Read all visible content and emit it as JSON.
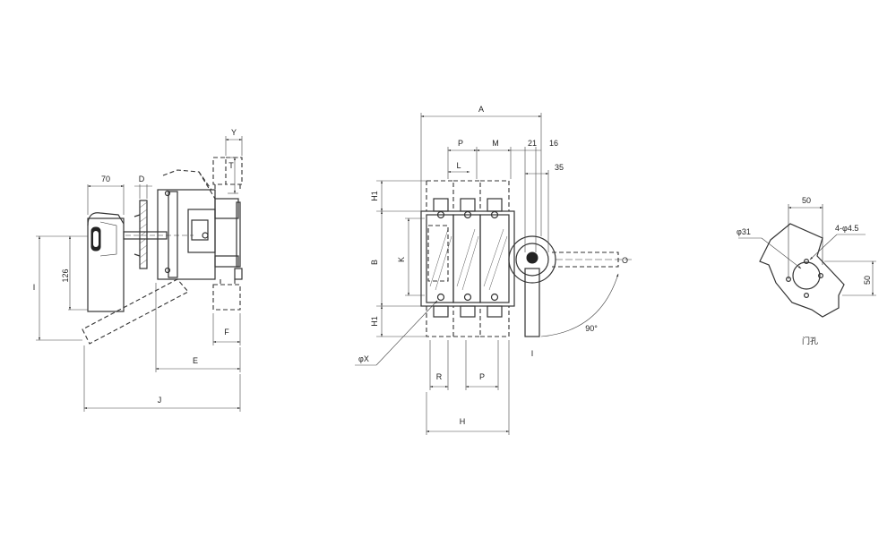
{
  "side_view": {
    "dims": {
      "w70": "70",
      "d": "D",
      "y": "Y",
      "t": "T",
      "h126": "126",
      "i": "I",
      "f": "F",
      "e": "E",
      "j": "J"
    }
  },
  "front_view": {
    "dims": {
      "a": "A",
      "p_top": "P",
      "m": "M",
      "d21": "21",
      "d16": "16",
      "l": "L",
      "d35": "35",
      "h1_top": "H1",
      "b": "B",
      "k": "K",
      "h1_bottom": "H1",
      "o": "O",
      "angle": "90°",
      "phi_x": "φX",
      "i": "I",
      "r": "R",
      "p_bottom": "P",
      "h": "H"
    }
  },
  "door_hole": {
    "dims": {
      "w50": "50",
      "phi31": "φ31",
      "holes": "4-φ4.5",
      "h50": "50"
    },
    "caption": "门孔"
  }
}
